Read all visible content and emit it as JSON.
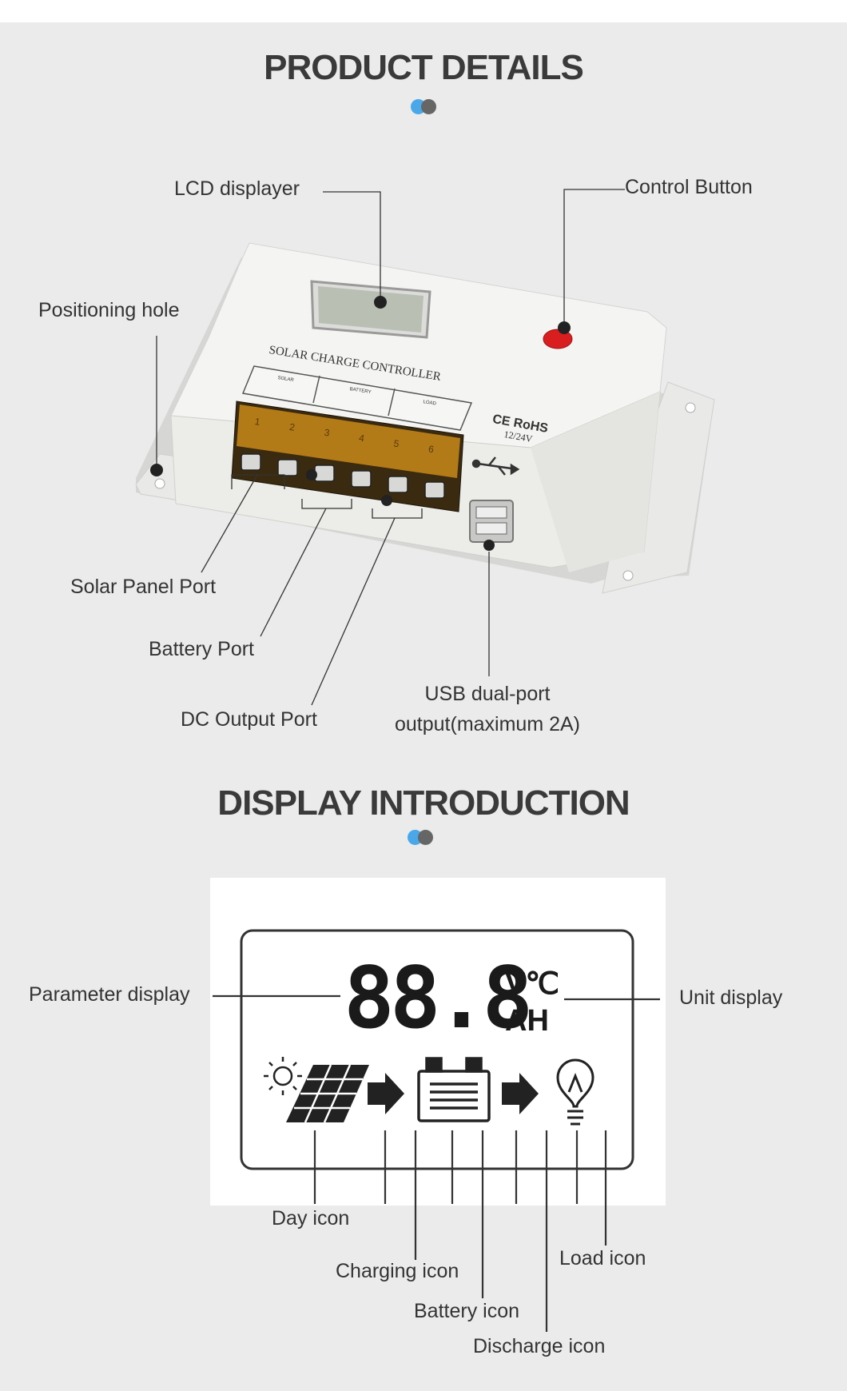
{
  "sections": {
    "product_details": {
      "title": "PRODUCT DETAILS"
    },
    "display_introduction": {
      "title": "DISPLAY INTRODUCTION"
    }
  },
  "colors": {
    "background": "#ebebeb",
    "heading": "#3a3a3a",
    "dot_blue": "#4aa8e8",
    "dot_gray": "#666666",
    "device_body": "#f2f2f0",
    "terminal_cover": "#c98a1a",
    "button_red": "#d81e1e"
  },
  "device": {
    "panel_text": "SOLAR CHARGE CONTROLLER",
    "port_labels": [
      "SOLAR",
      "BATTERY",
      "LOAD"
    ],
    "terminal_numbers": [
      "1",
      "2",
      "3",
      "4",
      "5",
      "6"
    ],
    "cert_text": "CE RoHS",
    "voltage_text": "12/24V",
    "icons": [
      "lcd-screen-icon",
      "control-button-icon",
      "usb-symbol-icon",
      "usb-port-icon"
    ]
  },
  "callouts": {
    "lcd_displayer": "LCD displayer",
    "control_button": "Control Button",
    "positioning_hole": "Positioning hole",
    "solar_panel_port": "Solar Panel Port",
    "battery_port": "Battery Port",
    "dc_output_port": "DC Output Port",
    "usb_line1": "USB dual-port",
    "usb_line2": "output(maximum 2A)"
  },
  "display": {
    "digits": "88.8",
    "unit_top": "V℃",
    "unit_bottom": "AH",
    "icons": [
      "sun-icon",
      "solar-panel-icon",
      "arrow-right-icon",
      "battery-icon",
      "arrow-right-icon",
      "bulb-icon"
    ],
    "labels": {
      "parameter_display": "Parameter display",
      "unit_display": "Unit display",
      "day_icon": "Day icon",
      "charging_icon": "Charging icon",
      "battery_icon": "Battery icon",
      "discharge_icon": "Discharge icon",
      "load_icon": "Load icon"
    }
  }
}
